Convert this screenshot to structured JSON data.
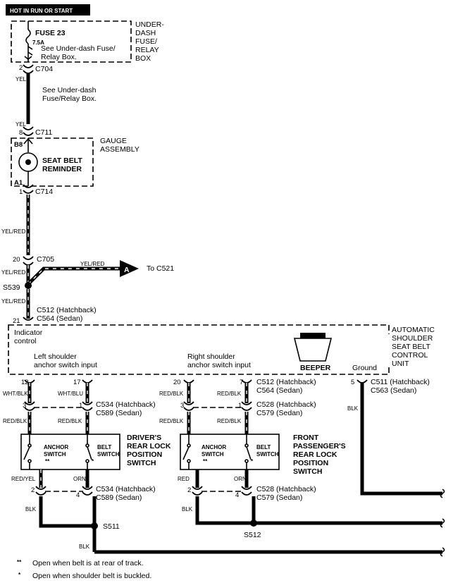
{
  "header": {
    "title": "HOT IN RUN OR START"
  },
  "fusebox": {
    "fuse_label": "FUSE 23",
    "fuse_rating": "7.5A",
    "fuse_note_1": "See Under-dash Fuse/",
    "fuse_note_2": "Relay Box.",
    "box_name": [
      "UNDER-",
      "DASH",
      "FUSE/",
      "RELAY",
      "BOX"
    ],
    "pin": "2",
    "connector": "C704"
  },
  "wire_1": {
    "color": "YEL",
    "note_1": "See Under-dash",
    "note_2": "Fuse/Relay Box."
  },
  "wire_2": {
    "color": "YEL",
    "pin": "8",
    "connector": "C711"
  },
  "gauge": {
    "name_1": "GAUGE",
    "name_2": "ASSEMBLY",
    "pin_top": "B8",
    "pin_bottom": "A1",
    "lamp_1": "SEAT BELT",
    "lamp_2": "REMINDER"
  },
  "c714": {
    "pin": "1",
    "connector": "C714"
  },
  "wire_3": {
    "color": "YEL/RED"
  },
  "c705": {
    "pin": "20",
    "connector": "C705"
  },
  "branch": {
    "color": "YEL/RED",
    "label": "A",
    "to": "To C521"
  },
  "wire_4": {
    "color": "YEL/RED"
  },
  "splice_1": {
    "name": "S539"
  },
  "wire_5": {
    "color": "YEL/RED",
    "pin": "21",
    "conn_1": "C512 (Hatchback)",
    "conn_2": "C564 (Sedan)"
  },
  "control_unit": {
    "name": [
      "AUTOMATIC",
      "SHOULDER",
      "SEAT BELT",
      "CONTROL",
      "UNIT"
    ],
    "indicator_1": "Indicator",
    "indicator_2": "control",
    "left_1": "Left shoulder",
    "left_2": "anchor switch input",
    "right_1": "Right shoulder",
    "right_2": "anchor switch input",
    "beeper": "BEEPER",
    "ground": "Ground"
  },
  "left_circuit": {
    "pin_a": "12",
    "pin_b": "17",
    "color_a": "WHT/BLK",
    "color_b": "WHT/BLU",
    "pin_c": "3",
    "pin_d": "1",
    "conn_1": "C534 (Hatchback)",
    "conn_2": "C589 (Sedan)",
    "color_c": "RED/BLK",
    "color_d": "RED/BLK",
    "switch_name": [
      "DRIVER'S",
      "REAR LOCK",
      "POSITION",
      "SWITCH"
    ],
    "anchor_1": "ANCHOR",
    "anchor_2": "SWITCH",
    "anchor_mark": "**",
    "belt_1": "BELT",
    "belt_2": "SWITCH",
    "belt_mark": "*",
    "color_e": "RED/YEL",
    "color_f": "ORN",
    "pin_e": "2",
    "pin_f": "4",
    "conn_3": "C534 (Hatchback)",
    "conn_4": "C589 (Sedan)",
    "color_g": "BLK",
    "color_h": "BLK",
    "splice": "S511"
  },
  "right_circuit": {
    "pin_a": "20",
    "pin_b": "7",
    "color_a": "RED/BLK",
    "color_b": "RED/BLK",
    "conn_a1": "C512 (Hatchback)",
    "conn_a2": "C564 (Sedan)",
    "pin_c": "3",
    "pin_d": "1",
    "conn_1": "C528 (Hatchback)",
    "conn_2": "C579 (Sedan)",
    "color_c": "RED/BLK",
    "color_d": "RED/BLK",
    "switch_name": [
      "FRONT",
      "PASSENGER'S",
      "REAR LOCK",
      "POSITION",
      "SWITCH"
    ],
    "anchor_1": "ANCHOR",
    "anchor_2": "SWITCH",
    "anchor_mark": "**",
    "belt_1": "BELT",
    "belt_2": "SWITCH",
    "belt_mark": "*",
    "color_e": "RED",
    "color_f": "ORN",
    "pin_e": "2",
    "pin_f": "4",
    "conn_3": "C528 (Hatchback)",
    "conn_4": "C579 (Sedan)",
    "color_g": "BLK",
    "splice": "S512"
  },
  "ground_circuit": {
    "pin": "5",
    "conn_1": "C511 (Hatchback)",
    "conn_2": "C563 (Sedan)",
    "color": "BLK"
  },
  "footnotes": [
    {
      "mark": "**",
      "text": "Open when belt is at rear of track."
    },
    {
      "mark": "*",
      "text": "Open when shoulder belt is buckled."
    }
  ]
}
